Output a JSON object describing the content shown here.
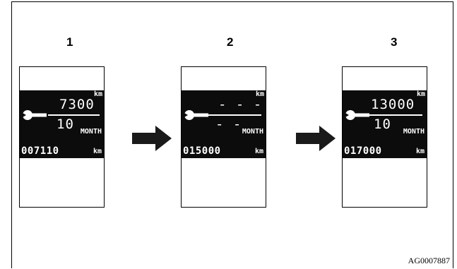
{
  "figure": {
    "code": "AG0007887",
    "colors": {
      "background": "#ffffff",
      "display_band": "#0c0c0c",
      "text_on_band": "#ffffff",
      "arrow": "#1a1a1a"
    }
  },
  "steps": [
    {
      "number": "1",
      "unit_top": "km",
      "interval_km": "7300",
      "interval_month": "10",
      "month_label": "MONTH",
      "odometer": "007110",
      "unit_bottom": "km"
    },
    {
      "number": "2",
      "unit_top": "km",
      "interval_km": "- - -",
      "interval_month": "- -",
      "month_label": "MONTH",
      "odometer": "015000",
      "unit_bottom": "km"
    },
    {
      "number": "3",
      "unit_top": "km",
      "interval_km": "13000",
      "interval_month": "10",
      "month_label": "MONTH",
      "odometer": "017000",
      "unit_bottom": "km"
    }
  ],
  "icons": {
    "service": "wrench-icon",
    "transition": "right-arrow-icon"
  }
}
